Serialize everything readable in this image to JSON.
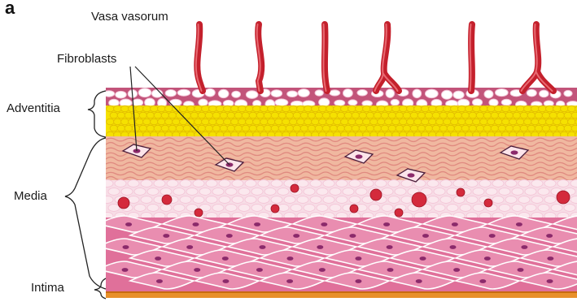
{
  "figure": {
    "panel_letter": "a",
    "labels": {
      "vasa_vasorum": "Vasa vasorum",
      "fibroblasts": "Fibroblasts",
      "adventitia": "Adventitia",
      "media": "Media",
      "intima": "Intima"
    },
    "colors": {
      "vessel": "#c4202c",
      "vessel_highlight": "#e86a72",
      "adventitia_net": "#c2547a",
      "adventitia_fill": "#f4c6d8",
      "fat": "#f5e100",
      "fat_outline": "#e0b900",
      "fibrous": "#f0b8a0",
      "fibrous_line": "#e08a80",
      "loose_bg": "#f7dde6",
      "loose_line": "#ffffff",
      "red_cell": "#d42a3c",
      "smooth_muscle_bg": "#e0709a",
      "smooth_muscle_cell": "#e98db0",
      "smooth_muscle_edge": "#c2447a",
      "nucleus": "#8b2a6b",
      "intima": "#e8902a",
      "leader": "#222222"
    }
  }
}
